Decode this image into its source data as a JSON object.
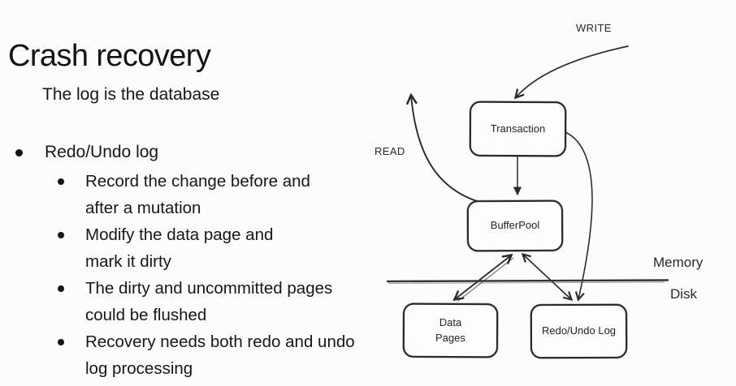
{
  "colors": {
    "background": "#fcfcfd",
    "text": "#17171a",
    "diagram_stroke": "#2b2b2b"
  },
  "slide": {
    "title": "Crash recovery",
    "subtitle": "The log is the database",
    "bullets": {
      "label": "Redo/Undo log",
      "items": [
        {
          "line1": "Record the change before and",
          "line2": "after a mutation"
        },
        {
          "line1": "Modify the data page and",
          "line2": "mark it dirty"
        },
        {
          "line1": "The dirty and uncommitted pages",
          "line2": "could be flushed"
        },
        {
          "line1": "Recovery needs both redo and undo",
          "line2": "log processing"
        }
      ]
    }
  },
  "diagram": {
    "labels": {
      "write": "WRITE",
      "read": "READ",
      "memory": "Memory",
      "disk": "Disk"
    },
    "nodes": {
      "transaction": "Transaction",
      "bufferpool": "BufferPool",
      "data_pages_line1": "Data",
      "data_pages_line2": "Pages",
      "redo_undo_log": "Redo/Undo Log"
    },
    "edges": [
      "WRITE -> Transaction",
      "READ <- BufferPool",
      "Transaction -> BufferPool",
      "Transaction -> Redo/Undo Log",
      "BufferPool <-> Data Pages",
      "BufferPool <-> Redo/Undo Log"
    ]
  }
}
